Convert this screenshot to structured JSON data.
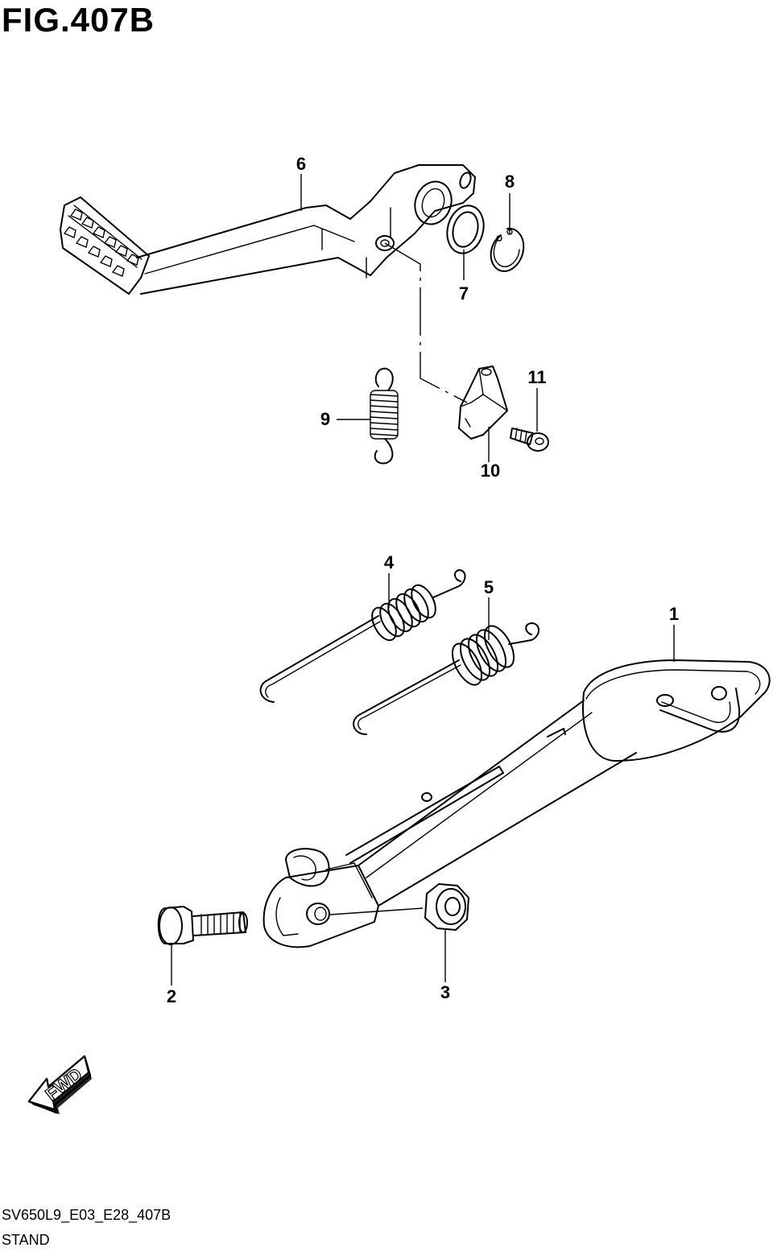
{
  "figure": {
    "title": "FIG.407B",
    "model_code": "SV650L9_E03_E28_407B",
    "section": "STAND",
    "fwd_label": "FWD"
  },
  "callouts": [
    {
      "id": "c1",
      "label": "1",
      "part": "side-stand"
    },
    {
      "id": "c2",
      "label": "2",
      "part": "stand-bolt"
    },
    {
      "id": "c3",
      "label": "3",
      "part": "stand-nut"
    },
    {
      "id": "c4",
      "label": "4",
      "part": "stand-spring-inner"
    },
    {
      "id": "c5",
      "label": "5",
      "part": "stand-spring-outer"
    },
    {
      "id": "c6",
      "label": "6",
      "part": "gearshift-lever"
    },
    {
      "id": "c7",
      "label": "7",
      "part": "washer"
    },
    {
      "id": "c8",
      "label": "8",
      "part": "circlip"
    },
    {
      "id": "c9",
      "label": "9",
      "part": "return-spring"
    },
    {
      "id": "c10",
      "label": "10",
      "part": "bracket"
    },
    {
      "id": "c11",
      "label": "11",
      "part": "screw"
    }
  ]
}
